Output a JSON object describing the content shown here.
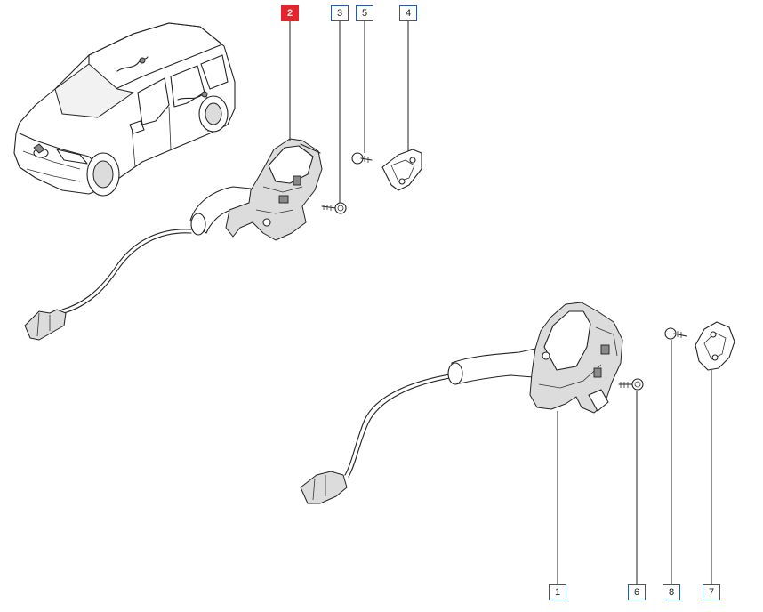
{
  "diagram": {
    "callouts": [
      {
        "id": "2",
        "label": "2",
        "active": true
      },
      {
        "id": "3",
        "label": "3",
        "active": false
      },
      {
        "id": "5",
        "label": "5",
        "active": false
      },
      {
        "id": "4",
        "label": "4",
        "active": false
      },
      {
        "id": "1",
        "label": "1",
        "active": false
      },
      {
        "id": "6",
        "label": "6",
        "active": false
      },
      {
        "id": "8",
        "label": "8",
        "active": false
      },
      {
        "id": "7",
        "label": "7",
        "active": false
      }
    ],
    "highlight_color": "#e3242b",
    "callout_border_color": "#2a5aa8"
  }
}
